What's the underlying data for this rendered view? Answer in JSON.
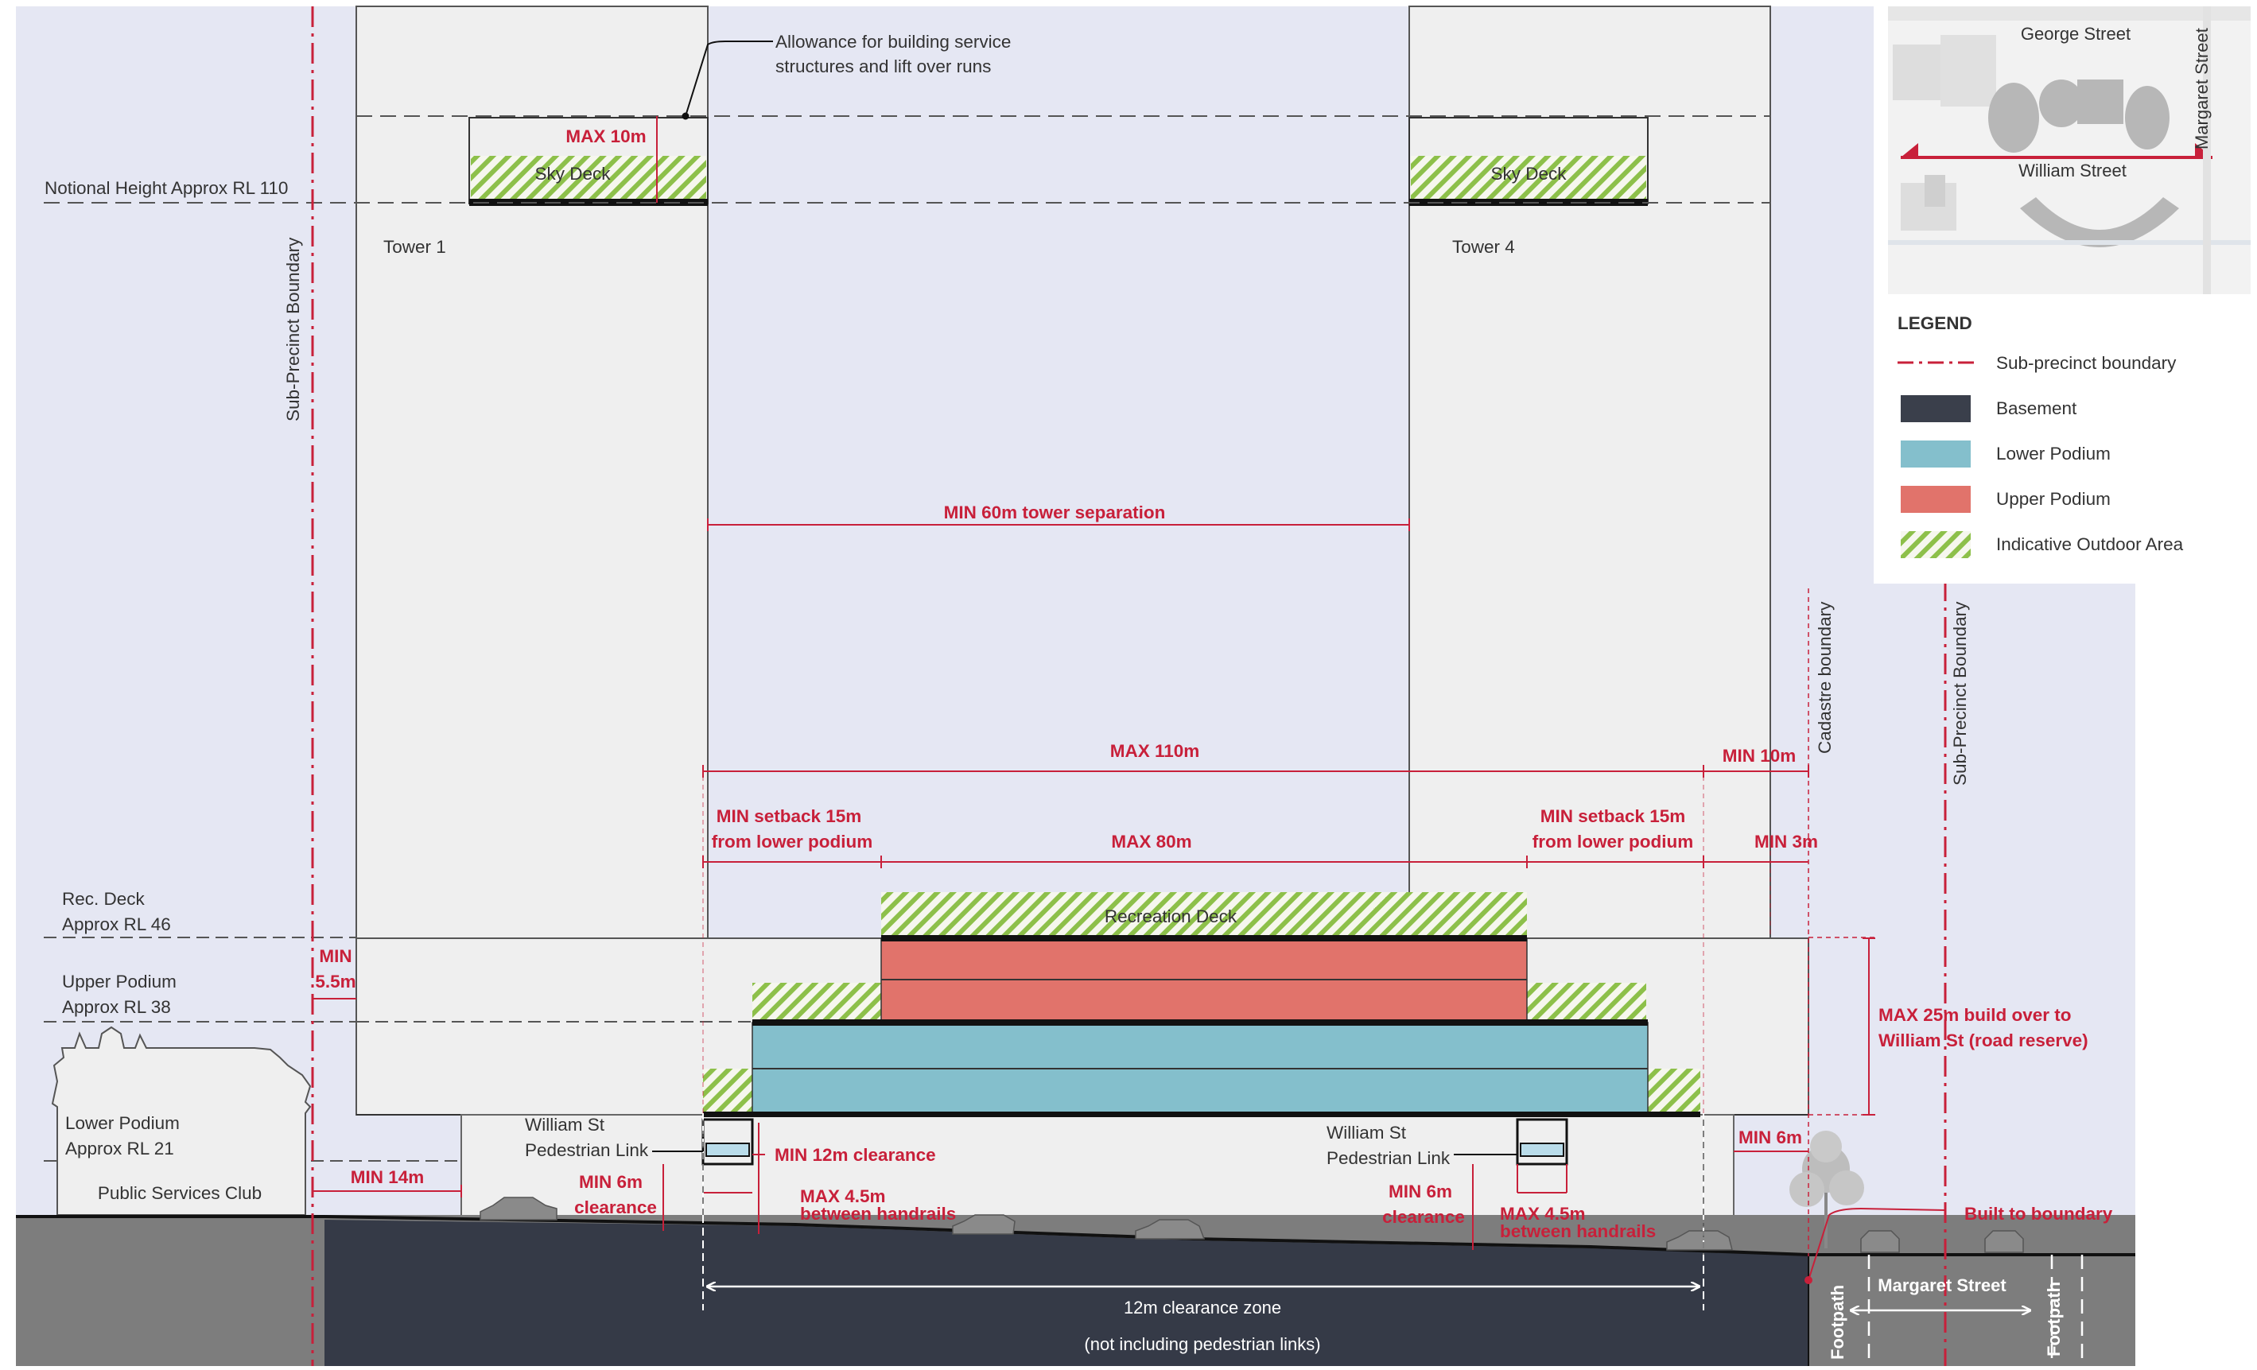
{
  "labels": {
    "allowance_line1": "Allowance for building service",
    "allowance_line2": "structures and lift over runs",
    "notional_height": "Notional Height Approx RL 110",
    "max_10m": "MAX 10m",
    "sky_deck_left": "Sky Deck",
    "sky_deck_right": "Sky Deck",
    "tower_1": "Tower 1",
    "tower_4": "Tower 4",
    "sub_precinct_left": "Sub-Precinct Boundary",
    "sub_precinct_right": "Sub-Precinct Boundary",
    "cadastre": "Cadastre boundary",
    "min_60m": "MIN 60m tower separation",
    "max_110m": "MAX 110m",
    "min_10m": "MIN 10m",
    "setback_left_1": "MIN setback 15m",
    "setback_left_2": "from lower podium",
    "setback_right_1": "MIN setback 15m",
    "setback_right_2": "from lower podium",
    "max_80m": "MAX 80m",
    "min_3m": "MIN 3m",
    "rec_deck_1": "Rec. Deck",
    "rec_deck_2": "Approx RL 46",
    "recreation_deck": "Recreation Deck",
    "upper_podium_1": "Upper Podium",
    "upper_podium_2": "Approx RL 38",
    "min_55_1": "MIN",
    "min_55_2": "5.5m",
    "max_25_1": "MAX 25m build over to",
    "max_25_2": "William St (road reserve)",
    "lower_podium_1": "Lower Podium",
    "lower_podium_2": "Approx RL 21",
    "public_services_club": "Public Services Club",
    "min_14m": "MIN 14m",
    "link_left_1": "William St",
    "link_left_2": "Pedestrian Link",
    "link_right_1": "William St",
    "link_right_2": "Pedestrian Link",
    "min_12m_clear": "MIN 12m clearance",
    "min_6m_left_1": "MIN 6m",
    "min_6m_left_2": "clearance",
    "max_45_left_1": "MAX 4.5m",
    "max_45_left_2": "between handrails",
    "min_6m_right_1": "MIN 6m",
    "min_6m_right_2": "clearance",
    "max_45_right_1": "MAX 4.5m",
    "max_45_right_2": "between handrails",
    "min_6m": "MIN 6m",
    "built_to_boundary": "Built to boundary",
    "clearance_zone_1": "12m clearance zone",
    "clearance_zone_2": "(not including pedestrian links)",
    "footpath_left": "Footpath",
    "footpath_right": "Footpath",
    "margaret_street": "Margaret Street"
  },
  "key_map": {
    "george_street": "George Street",
    "william_street": "William Street",
    "margaret_street": "Margaret Street"
  },
  "legend": {
    "title": "LEGEND",
    "items": [
      {
        "label": "Sub-precinct boundary",
        "swatch": "dashdot",
        "color": "#c8203a"
      },
      {
        "label": "Basement",
        "swatch": "fill",
        "color": "#3a3f4b"
      },
      {
        "label": "Lower Podium",
        "swatch": "fill",
        "color": "#84bfcc"
      },
      {
        "label": "Upper Podium",
        "swatch": "fill",
        "color": "#e1736b"
      },
      {
        "label": "Indicative Outdoor Area",
        "swatch": "hatch",
        "color": "#8dc04a"
      }
    ]
  },
  "colors": {
    "sky": "#e5e7f3",
    "building": "#efefef",
    "basement": "#353a47",
    "ground": "#7d7d7d",
    "lower_podium": "#84bfcc",
    "upper_podium": "#e1736b",
    "outdoor_hatch": "#8dc04a",
    "dimension_red": "#c8203a"
  }
}
